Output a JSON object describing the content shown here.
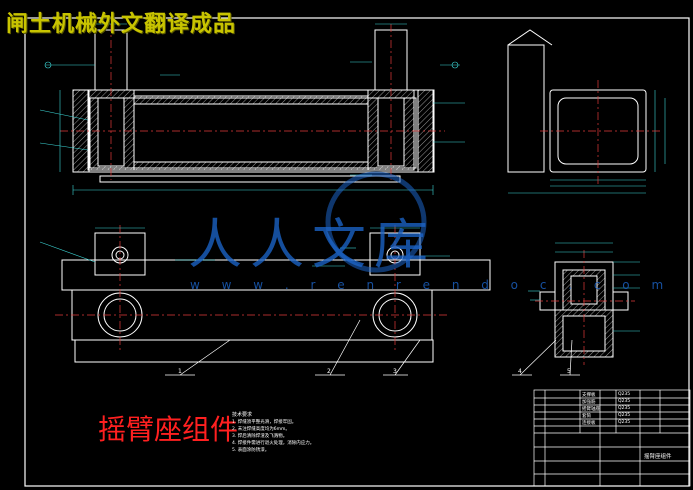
{
  "header": {
    "text": "闸土机械外文翻译成品"
  },
  "title": {
    "text": "摇臂座组件"
  },
  "watermark": {
    "cn": "人人文库",
    "url": "w w w . r e n r e n d o c . c o m"
  },
  "balloons": [
    "1",
    "2",
    "3",
    "4",
    "5"
  ],
  "notes": {
    "heading": "技术要求",
    "lines": [
      "1. 焊缝须平整光滑，焊接牢固。",
      "2. 未注焊缝高度均为6mm。",
      "3. 焊后清除焊渣及飞溅物。",
      "4. 焊接件需进行退火处理，消除内应力。",
      "5. 表面涂防锈漆。"
    ]
  },
  "title_block": {
    "name": "摇臂座组件",
    "material_rows": [
      "Q235",
      "Q235",
      "Q235",
      "Q235",
      "Q235"
    ],
    "part_rows": [
      "支撑板",
      "加强筋",
      "摇臂轴座",
      "套筒",
      "连接板"
    ]
  },
  "colors": {
    "outline": "#ffffff",
    "center": "#e23a3a",
    "dimension": "#3cd8d8",
    "hatch": "#ffffff",
    "header": "#c8c400",
    "title": "#ff2020",
    "watermark": "#1c64c8"
  }
}
